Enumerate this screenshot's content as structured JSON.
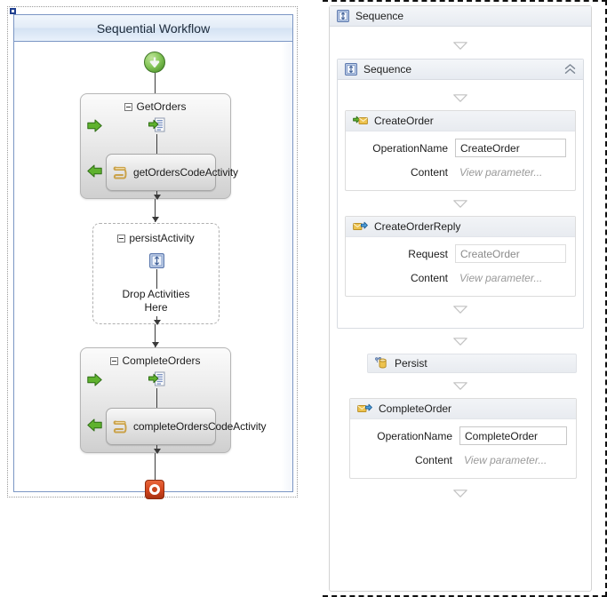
{
  "left_designer": {
    "name": "sequential-workflow-designer",
    "header_title": "Sequential Workflow",
    "start_icon": "start-arrow-icon",
    "stop_icon": "stop-icon",
    "activities": [
      {
        "id": "get-orders",
        "title": "GetOrders",
        "type": "receive-activity",
        "icon": "receive-message-icon",
        "in_arrow_icon": "green-arrow-right-icon",
        "out_arrow_icon": "green-arrow-left-icon",
        "child": {
          "id": "get-orders-code",
          "label": "getOrdersCodeActivity",
          "icon": "code-activity-icon"
        }
      },
      {
        "id": "persist-activity",
        "title": "persistActivity",
        "type": "persist-activity",
        "icon": "persist-icon",
        "drop_text_line1": "Drop Activities",
        "drop_text_line2": "Here"
      },
      {
        "id": "complete-orders",
        "title": "CompleteOrders",
        "type": "receive-activity",
        "icon": "receive-message-icon",
        "in_arrow_icon": "green-arrow-right-icon",
        "out_arrow_icon": "green-arrow-left-icon",
        "child": {
          "id": "complete-orders-code",
          "label": "completeOrdersCodeActivity",
          "icon": "code-activity-icon"
        }
      }
    ]
  },
  "right_designer": {
    "name": "wf4-sequence-designer",
    "outer_sequence": {
      "title": "Sequence",
      "icon": "sequence-icon"
    },
    "inner_sequence": {
      "title": "Sequence",
      "icon": "sequence-icon",
      "collapse_icon": "chevron-double-up-icon"
    },
    "drop_indicator_icon": "drop-triangle-icon",
    "cards": [
      {
        "id": "create-order",
        "title": "CreateOrder",
        "icon": "receive-icon",
        "fields": [
          {
            "label": "OperationName",
            "value": "CreateOrder",
            "style": "input"
          },
          {
            "label": "Content",
            "value": "View parameter...",
            "style": "plain"
          }
        ]
      },
      {
        "id": "create-order-reply",
        "title": "CreateOrderReply",
        "icon": "send-reply-icon",
        "fields": [
          {
            "label": "Request",
            "value": "CreateOrder",
            "style": "input-readonly"
          },
          {
            "label": "Content",
            "value": "View parameter...",
            "style": "plain"
          }
        ]
      },
      {
        "id": "complete-order",
        "title": "CompleteOrder",
        "icon": "send-reply-icon",
        "fields": [
          {
            "label": "OperationName",
            "value": "CompleteOrder",
            "style": "input"
          },
          {
            "label": "Content",
            "value": "View parameter...",
            "style": "plain"
          }
        ]
      }
    ],
    "persist": {
      "title": "Persist",
      "icon": "persist-database-icon"
    }
  },
  "colors": {
    "header_blue": "#d4e2f3",
    "panel_border_blue": "#7b96c4",
    "green_accent": "#5ba036",
    "stop_red": "#d2441c",
    "envelope_yellow": "#e8b33c",
    "card_header_grey": "#eaedf2"
  }
}
